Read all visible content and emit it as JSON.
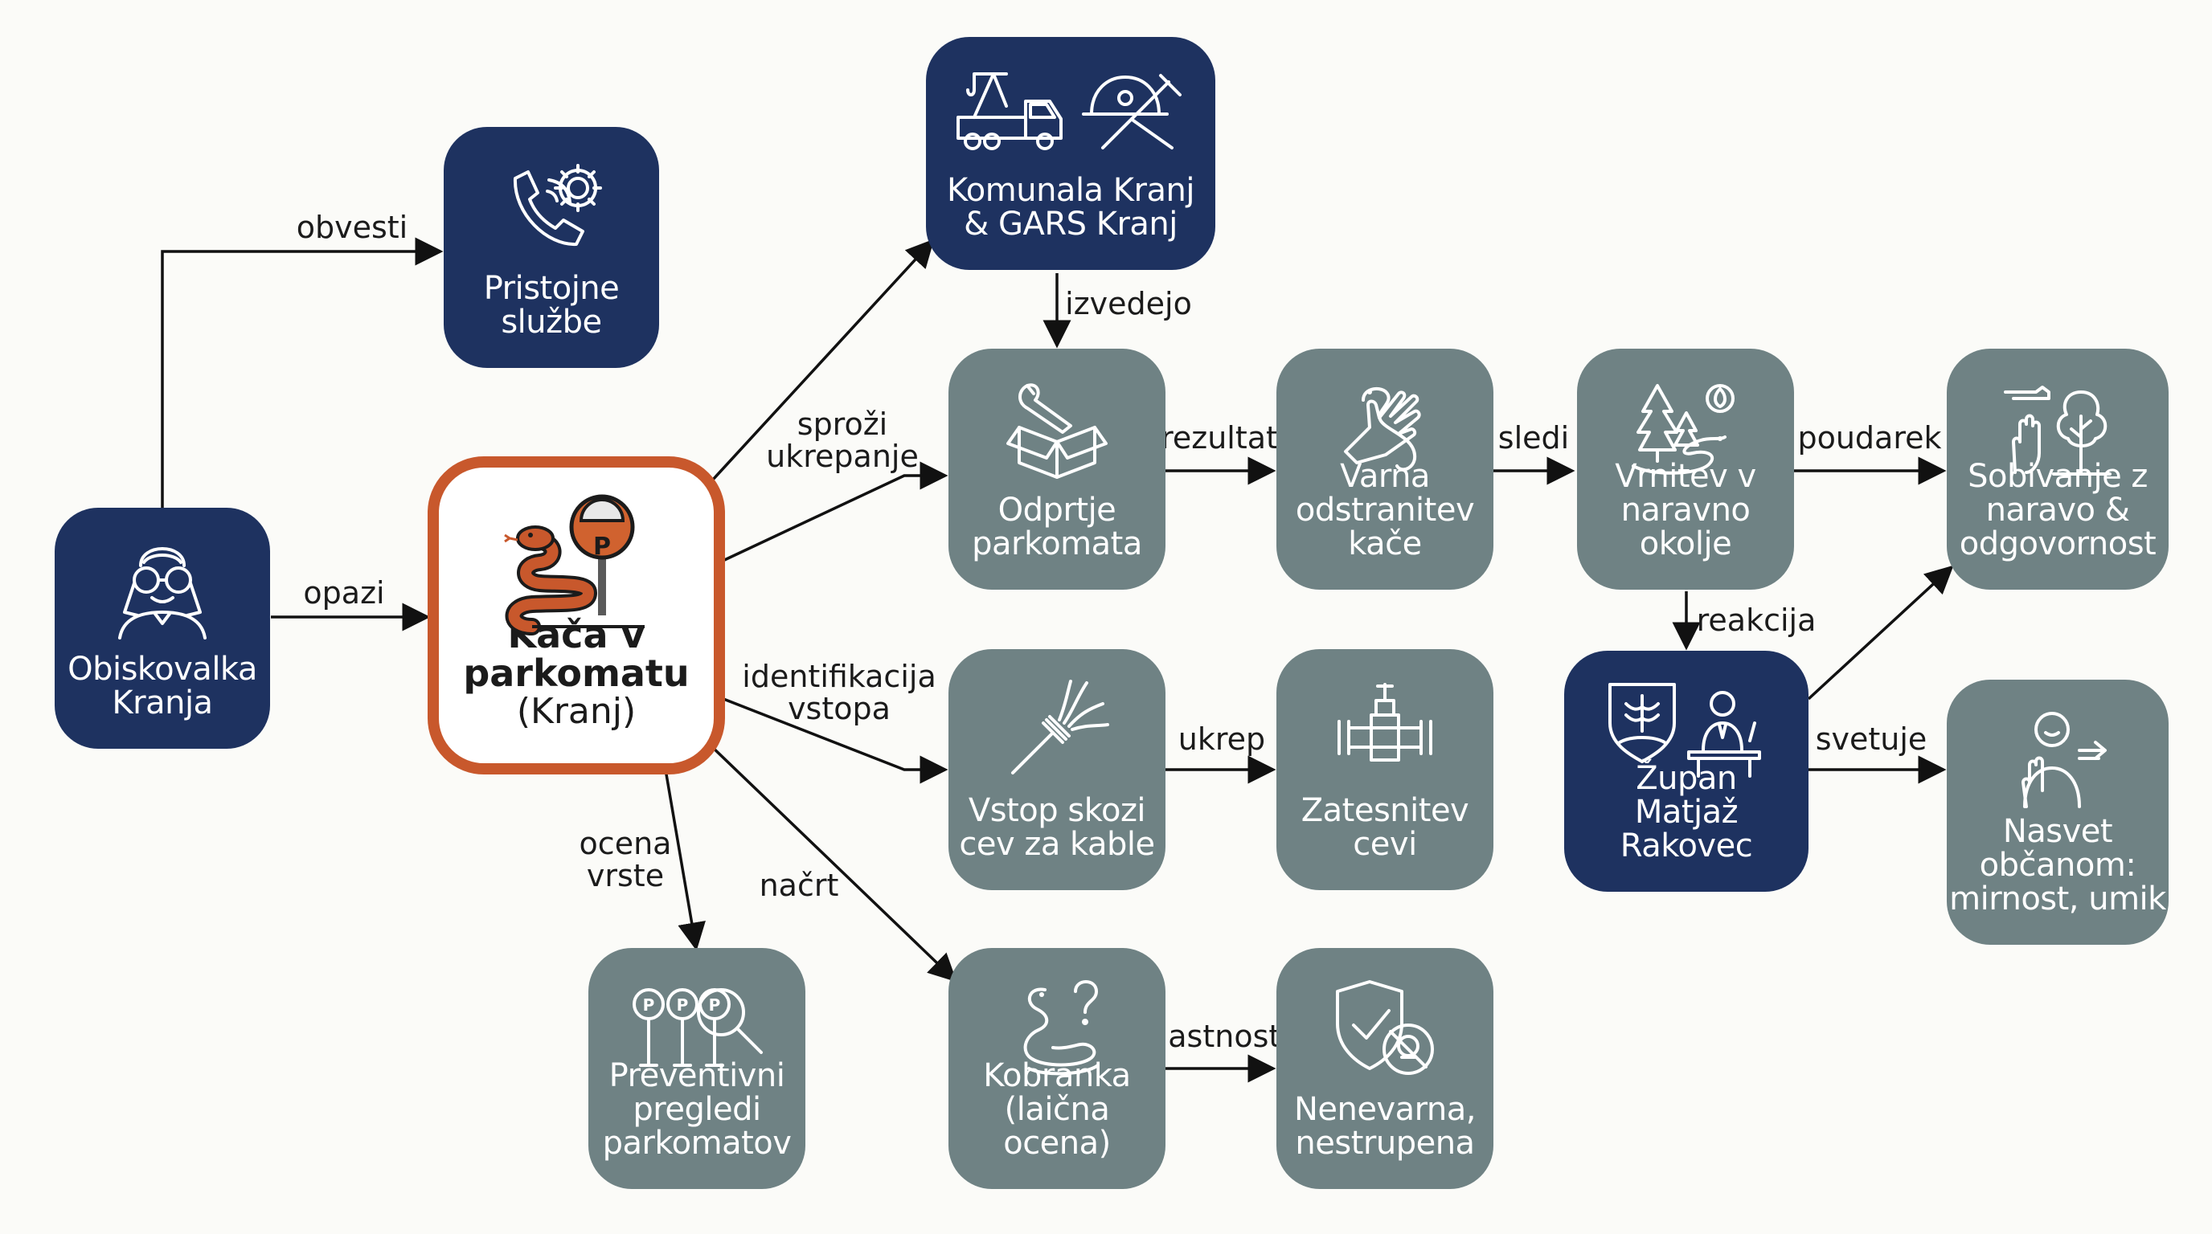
{
  "nodes": {
    "visitor": {
      "label": "Obiskovalka\nKranja",
      "icon": "binoculars-person-icon"
    },
    "services": {
      "label": "Pristojne\nslužbe",
      "icon": "phone-gear-icon"
    },
    "snake": {
      "title": "Kača v\nparkomatu",
      "subtitle": "(Kranj)",
      "icon": "snake-parking-meter-icon"
    },
    "komunala": {
      "label": "Komunala Kranj\n& GARS Kranj",
      "icon": "tow-truck-firefighter-icon"
    },
    "open": {
      "label": "Odprtje\nparkomata",
      "icon": "toolbox-wrench-icon"
    },
    "removal": {
      "label": "Varna\nodstranitev\nkače",
      "icon": "glove-snake-icon"
    },
    "return": {
      "label": "Vrnitev v\nnaravno\nokolje",
      "icon": "trees-snake-icon"
    },
    "coexist": {
      "label": "Sobivanje z\nnaravo &\nodgovornost",
      "icon": "hand-tree-icon"
    },
    "entry": {
      "label": "Vstop skozi\ncev za kable",
      "icon": "cable-pipe-icon"
    },
    "seal": {
      "label": "Zatesnitev\ncevi",
      "icon": "sealed-pipe-icon"
    },
    "mayor": {
      "label": "Župan\nMatjaž Rakovec",
      "icon": "coat-of-arms-speaker-icon"
    },
    "advice": {
      "label": "Nasvet\nobčanom:\nmirnost, umik",
      "icon": "person-stop-hand-icon"
    },
    "inspections": {
      "label": "Preventivni\npregledi\nparkomatov",
      "icon": "meters-magnifier-icon"
    },
    "species": {
      "label": "Kobranka\n(laična ocena)",
      "icon": "snake-question-icon"
    },
    "harmless": {
      "label": "Nenevarna,\nnestrupena",
      "icon": "shield-check-no-poison-icon"
    }
  },
  "edges": {
    "obvesti": "obvesti",
    "opazi": "opazi",
    "sprozi": "sproži\nukrepanje",
    "izvedejo": "izvedejo",
    "rezultat": "rezultat",
    "sledi": "sledi",
    "poudarek": "poudarek",
    "reakcija": "reakcija",
    "identifikacija": "identifikacija\nvstopa",
    "ukrep": "ukrep",
    "svetuje": "svetuje",
    "ocena": "ocena\nvrste",
    "nacrt": "načrt",
    "lastnost": "lastnost"
  },
  "colors": {
    "dark": "#1e3260",
    "gray": "#6f8284",
    "accent": "#c8582c",
    "line": "#111111"
  }
}
